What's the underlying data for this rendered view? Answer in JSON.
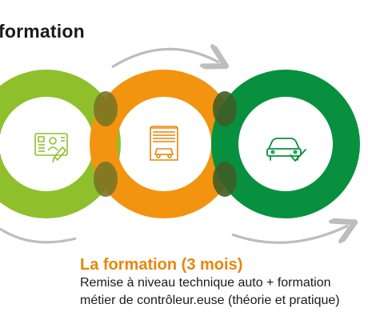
{
  "header": {
    "title": "formation"
  },
  "colors": {
    "ring_left": "#8fc02c",
    "ring_middle": "#f2940f",
    "ring_right": "#07903e",
    "caption_title": "#e8860c",
    "arrow": "#bdbdbd",
    "icon_left": "#8fc02c",
    "icon_middle": "#e8860c",
    "icon_right": "#07903e"
  },
  "icons": {
    "left": "id-card-icon",
    "middle": "garage-icon",
    "right": "car-check-icon"
  },
  "caption": {
    "title": "La formation (3 mois)",
    "line1": "Remise à niveau technique auto + formation",
    "line2": "métier de contrôleur.euse (théorie et pratique)"
  }
}
